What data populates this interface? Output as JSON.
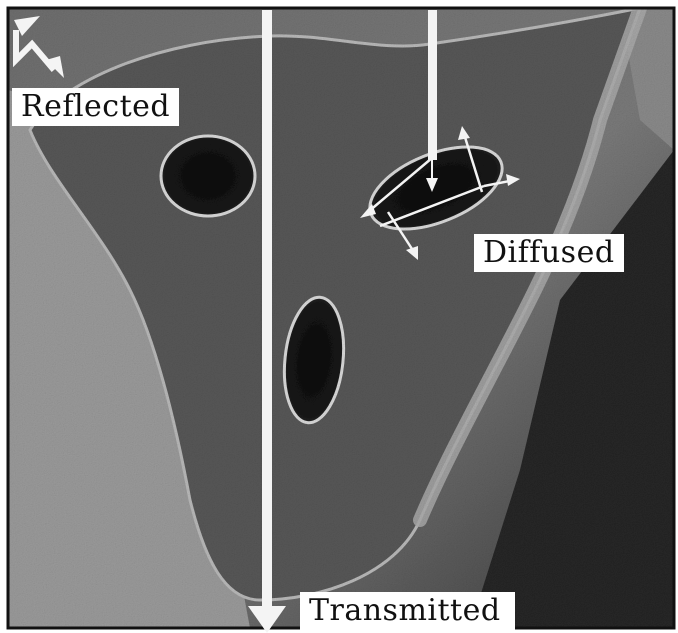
{
  "labels": {
    "reflected": "Reflected",
    "diffused": "Diffused",
    "transmitted": "Transmitted"
  },
  "colors": {
    "background": "#ffffff",
    "frame": "#111111",
    "image_dark": "#1c1c1c",
    "image_mid": "#5b5b5b",
    "image_light": "#8e8e8e",
    "arrow": "#f4f4f4"
  },
  "icons": {
    "reflected_arrow": "zigzag-arrow-icon",
    "transmitted_arrow": "down-arrow-icon",
    "incident_arrow": "down-arrow-icon",
    "diffused_arrows": "scatter-arrows-icon"
  }
}
